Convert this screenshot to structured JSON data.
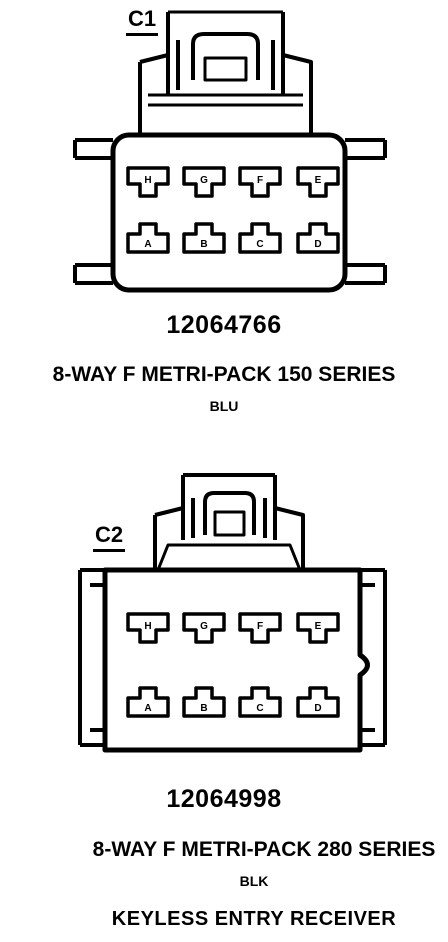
{
  "connectors": [
    {
      "label": "C1",
      "part_number": "12064766",
      "series": "8-WAY F METRI-PACK 150 SERIES",
      "color": "BLU",
      "top_row": [
        "H",
        "G",
        "F",
        "E"
      ],
      "bottom_row": [
        "A",
        "B",
        "C",
        "D"
      ]
    },
    {
      "label": "C2",
      "part_number": "12064998",
      "series": "8-WAY F METRI-PACK 280 SERIES",
      "color": "BLK",
      "top_row": [
        "H",
        "G",
        "F",
        "E"
      ],
      "bottom_row": [
        "A",
        "B",
        "C",
        "D"
      ]
    }
  ],
  "footer": "KEYLESS ENTRY RECEIVER"
}
